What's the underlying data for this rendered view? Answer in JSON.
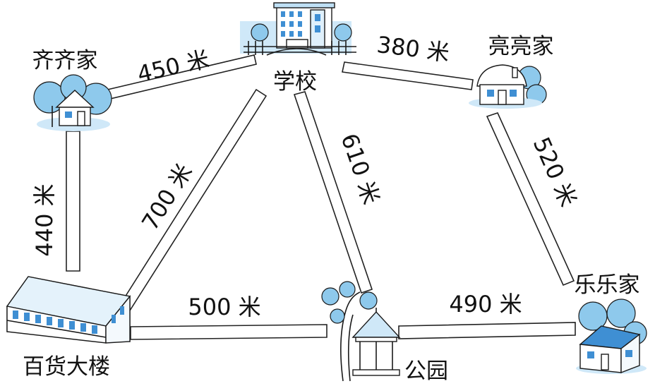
{
  "places": {
    "school": "学校",
    "qiqi": "齐齐家",
    "liangliang": "亮亮家",
    "store": "百货大楼",
    "park": "公园",
    "lele": "乐乐家"
  },
  "distances": {
    "qiqi_school": "450 米",
    "school_liangliang": "380 米",
    "qiqi_store": "440 米",
    "store_school": "700 米",
    "school_park": "610 米",
    "liangliang_lele": "520 米",
    "store_park": "500 米",
    "park_lele": "490 米"
  },
  "colors": {
    "ink": "#1a1a1a",
    "tree_blue": "#8ec9ec",
    "building_blue": "#3f8fd3"
  }
}
